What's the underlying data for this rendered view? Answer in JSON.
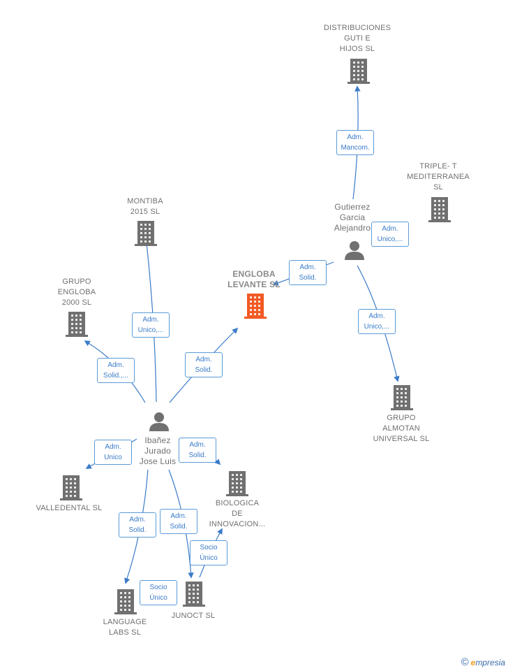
{
  "nodes": {
    "distribuciones": {
      "label": "DISTRIBUCIONES\nGUTI E\nHIJOS  SL",
      "icon": "building-icon"
    },
    "triple": {
      "label": "TRIPLE- T\nMEDITERRANEA\nSL",
      "icon": "building-icon"
    },
    "montiba": {
      "label": "MONTIBA\n2015  SL",
      "icon": "building-icon"
    },
    "grupo_engloba": {
      "label": "GRUPO\nENGLOBA\n2000  SL",
      "icon": "building-icon"
    },
    "engloba_levante": {
      "label": "ENGLOBA\nLEVANTE  SL",
      "icon": "building-icon",
      "color": "#f15a24"
    },
    "gutierrez": {
      "label": "Gutierrez\nGarcia\nAlejandro",
      "icon": "person-icon"
    },
    "grupo_almotan": {
      "label": "GRUPO\nALMOTAN\nUNIVERSAL SL",
      "icon": "building-icon"
    },
    "ibanez": {
      "label": "Ibañez\nJurado\nJose Luis",
      "icon": "person-icon"
    },
    "valledental": {
      "label": "VALLEDENTAL SL",
      "icon": "building-icon"
    },
    "biologica": {
      "label": "BIOLOGICA\nDE\nINNOVACION...",
      "icon": "building-icon"
    },
    "language": {
      "label": "LANGUAGE\nLABS  SL",
      "icon": "building-icon"
    },
    "junoct": {
      "label": "JUNOCT  SL",
      "icon": "building-icon"
    }
  },
  "edges": {
    "gut_distrib": "Adm.\nMancom.",
    "gut_triple": "Adm.\nUnico,...",
    "gut_engloba": "Adm.\nSolid.",
    "gut_almotan": "Adm.\nUnico,...",
    "ib_montiba": "Adm.\nUnico,...",
    "ib_grupo": "Adm.\nSolid.,...",
    "ib_engloba": "Adm.\nSolid.",
    "ib_valle": "Adm.\nUnico",
    "ib_bio": "Adm.\nSolid.",
    "ib_language": "Adm.\nSolid.",
    "ib_junoct": "Adm.\nSolid.",
    "junoct_bio": "Socio\nÚnico",
    "language_junoct": "Socio\nÚnico"
  },
  "colors": {
    "edge": "#3a7bc8",
    "node": "#707070",
    "highlight": "#f15a24"
  },
  "footer": {
    "copyright": "©",
    "brand_first": "e",
    "brand_rest": "mpresia"
  }
}
